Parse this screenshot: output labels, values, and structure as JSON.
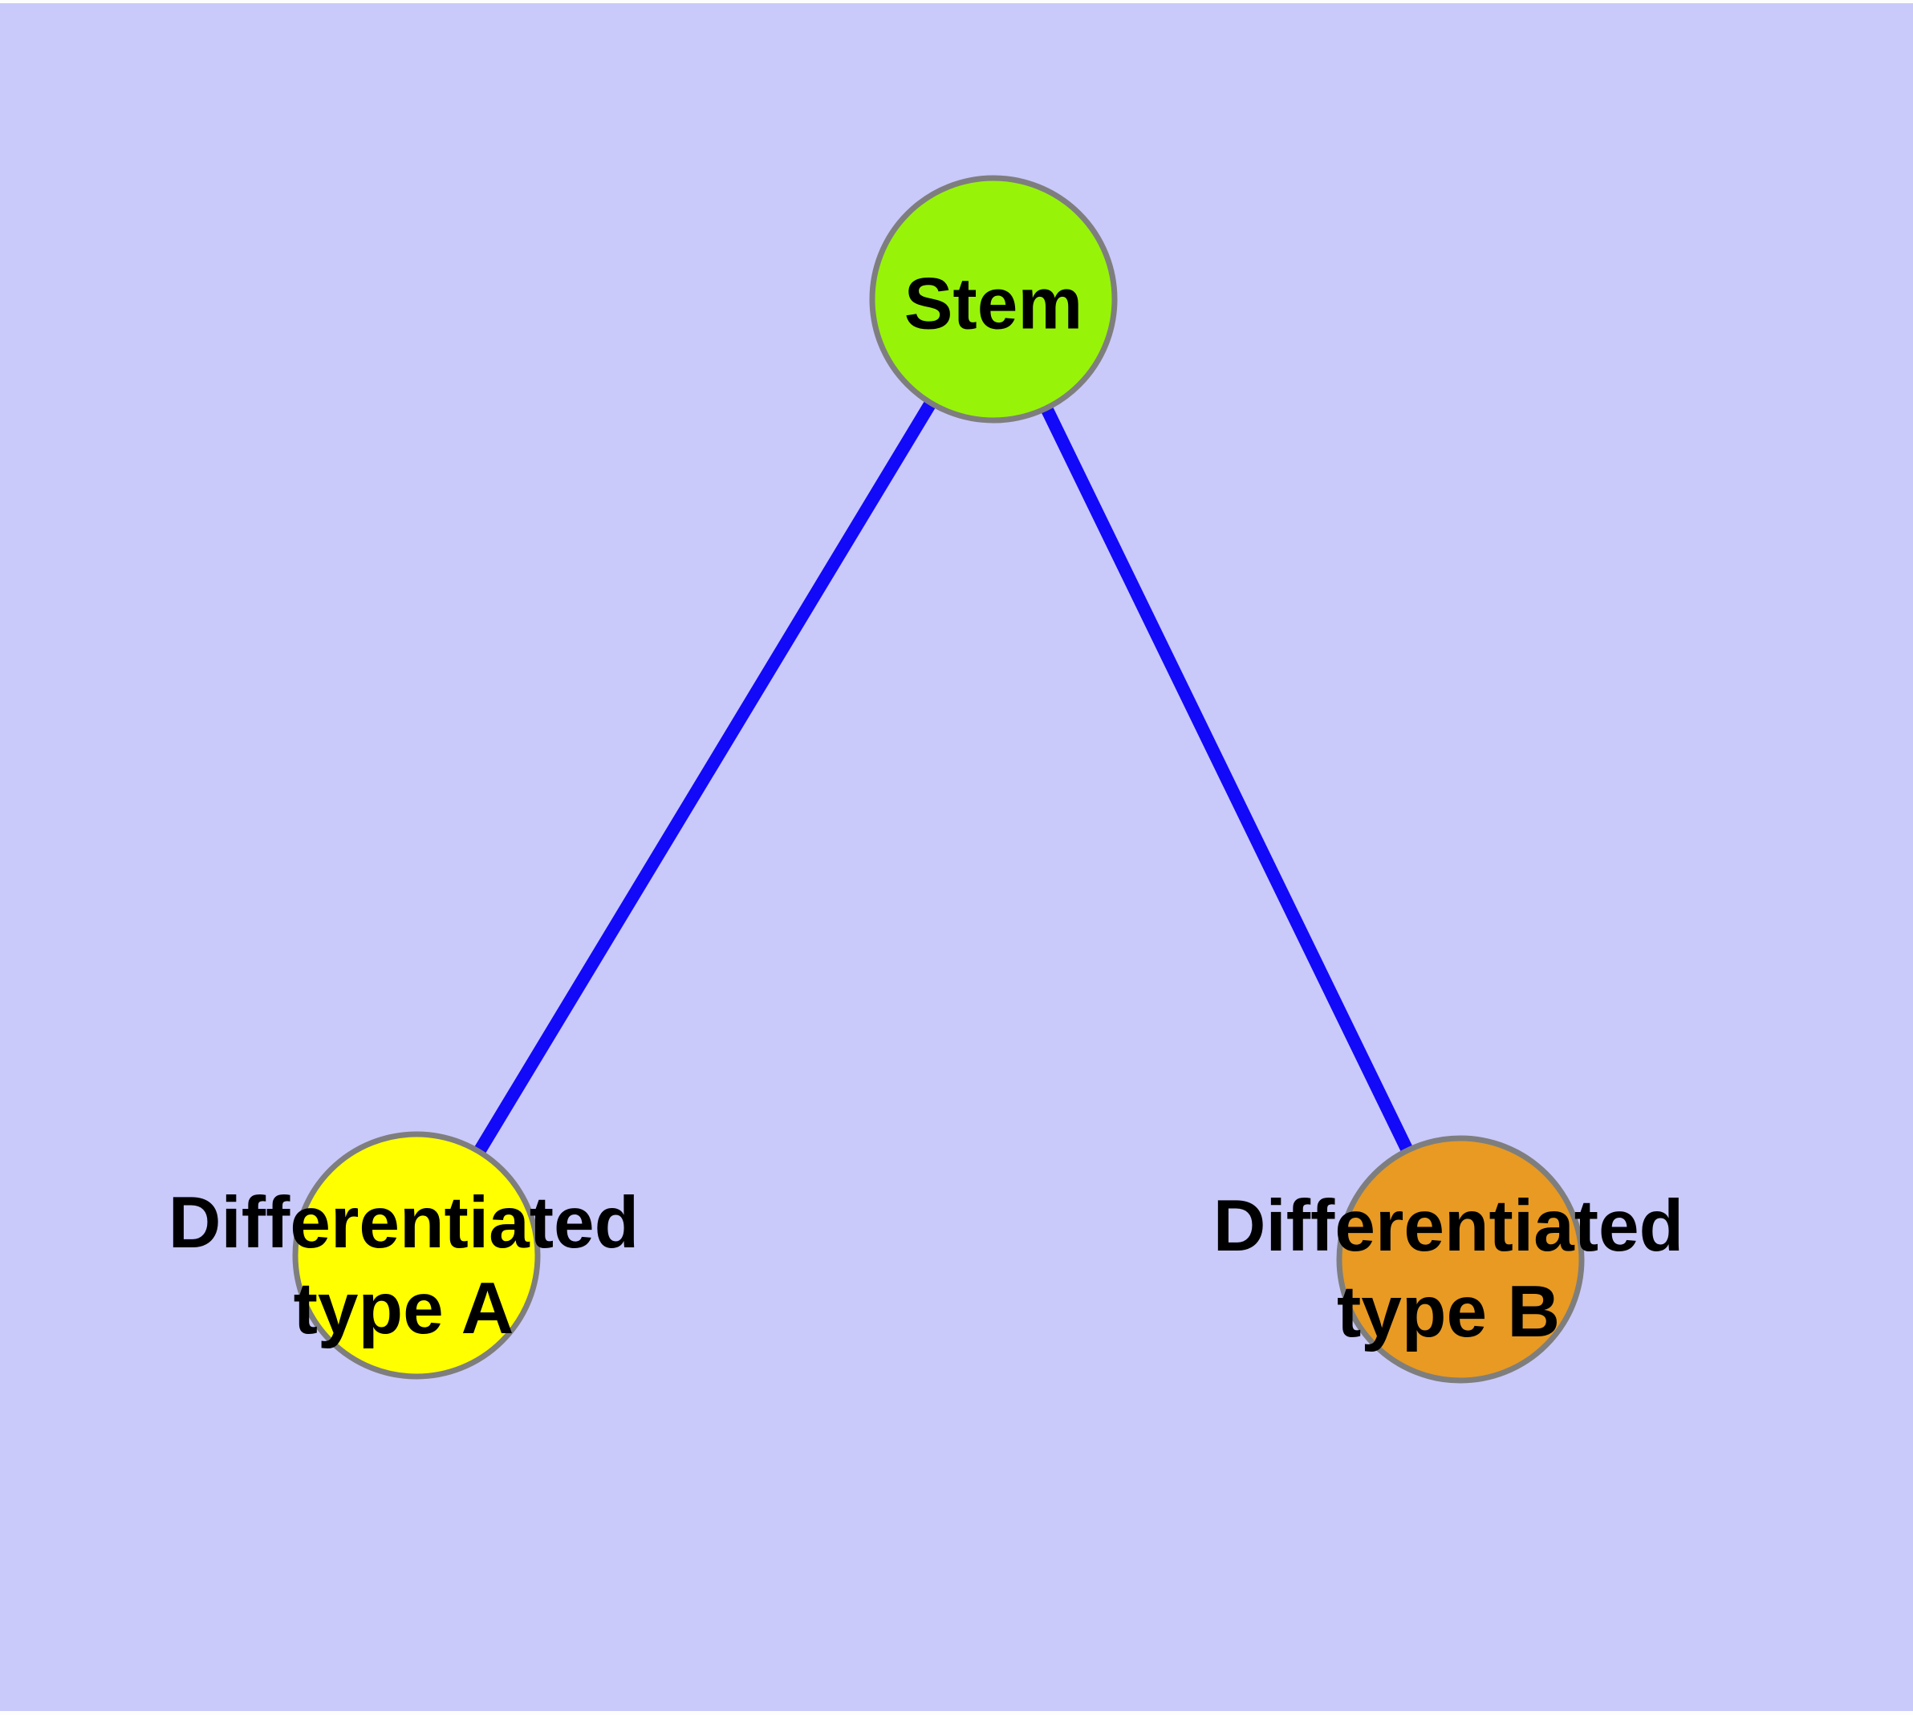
{
  "diagram": {
    "background_color": "#c9c9fa",
    "edge_color": "#1209f8",
    "node_border_color": "#7e7e7e",
    "nodes": {
      "stem": {
        "label": "Stem",
        "color": "#97f408"
      },
      "type_a": {
        "label": "Differentiated\ntype A",
        "color": "#ffff00"
      },
      "type_b": {
        "label": "Differentiated\ntype B",
        "color": "#e89a22"
      }
    },
    "edges": [
      {
        "from": "Stem",
        "to": "Differentiated type A"
      },
      {
        "from": "Stem",
        "to": "Differentiated type B"
      }
    ]
  }
}
